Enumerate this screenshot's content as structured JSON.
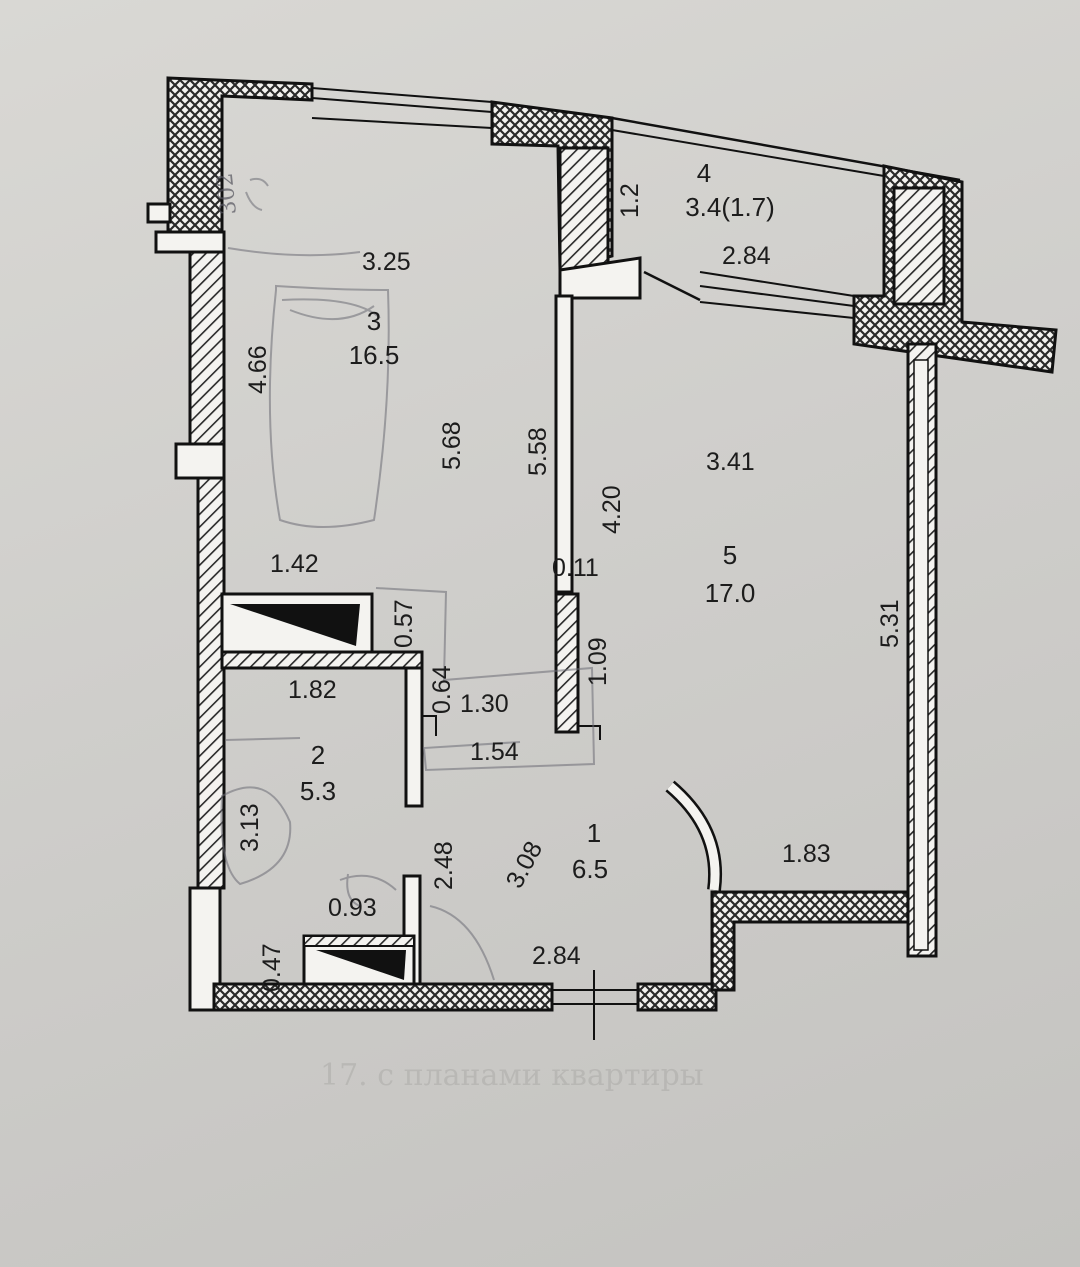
{
  "rooms": [
    {
      "number": "1",
      "area": "6.5"
    },
    {
      "number": "2",
      "area": "5.3"
    },
    {
      "number": "3",
      "area": "16.5"
    },
    {
      "number": "4",
      "area": "3.4(1.7)"
    },
    {
      "number": "5",
      "area": "17.0"
    }
  ],
  "dimensions": {
    "room3_width": "3.25",
    "room3_left": "4.66",
    "room3_center": "5.68",
    "room3_right": "5.58",
    "room4_depth": "1.2",
    "room4_width": "2.84",
    "room5_width": "3.41",
    "room5_left": "4.20",
    "room5_right": "5.31",
    "wall_stub": "0.11",
    "wall_stub_len": "1.09",
    "closet_width": "1.42",
    "closet_depth": "0.57",
    "room2_width": "1.82",
    "door_gap": "0.64",
    "hall_width": "1.30",
    "hall_len": "1.54",
    "room2_depth": "3.13",
    "hall_depth": "2.48",
    "hall_diag": "3.08",
    "bottom_closet_width": "0.93",
    "bottom_closet_depth": "0.47",
    "entry_width": "2.84",
    "room5_lower": "1.83"
  },
  "handwriting": "302",
  "background_text": [
    "17. с планами квартиры"
  ]
}
